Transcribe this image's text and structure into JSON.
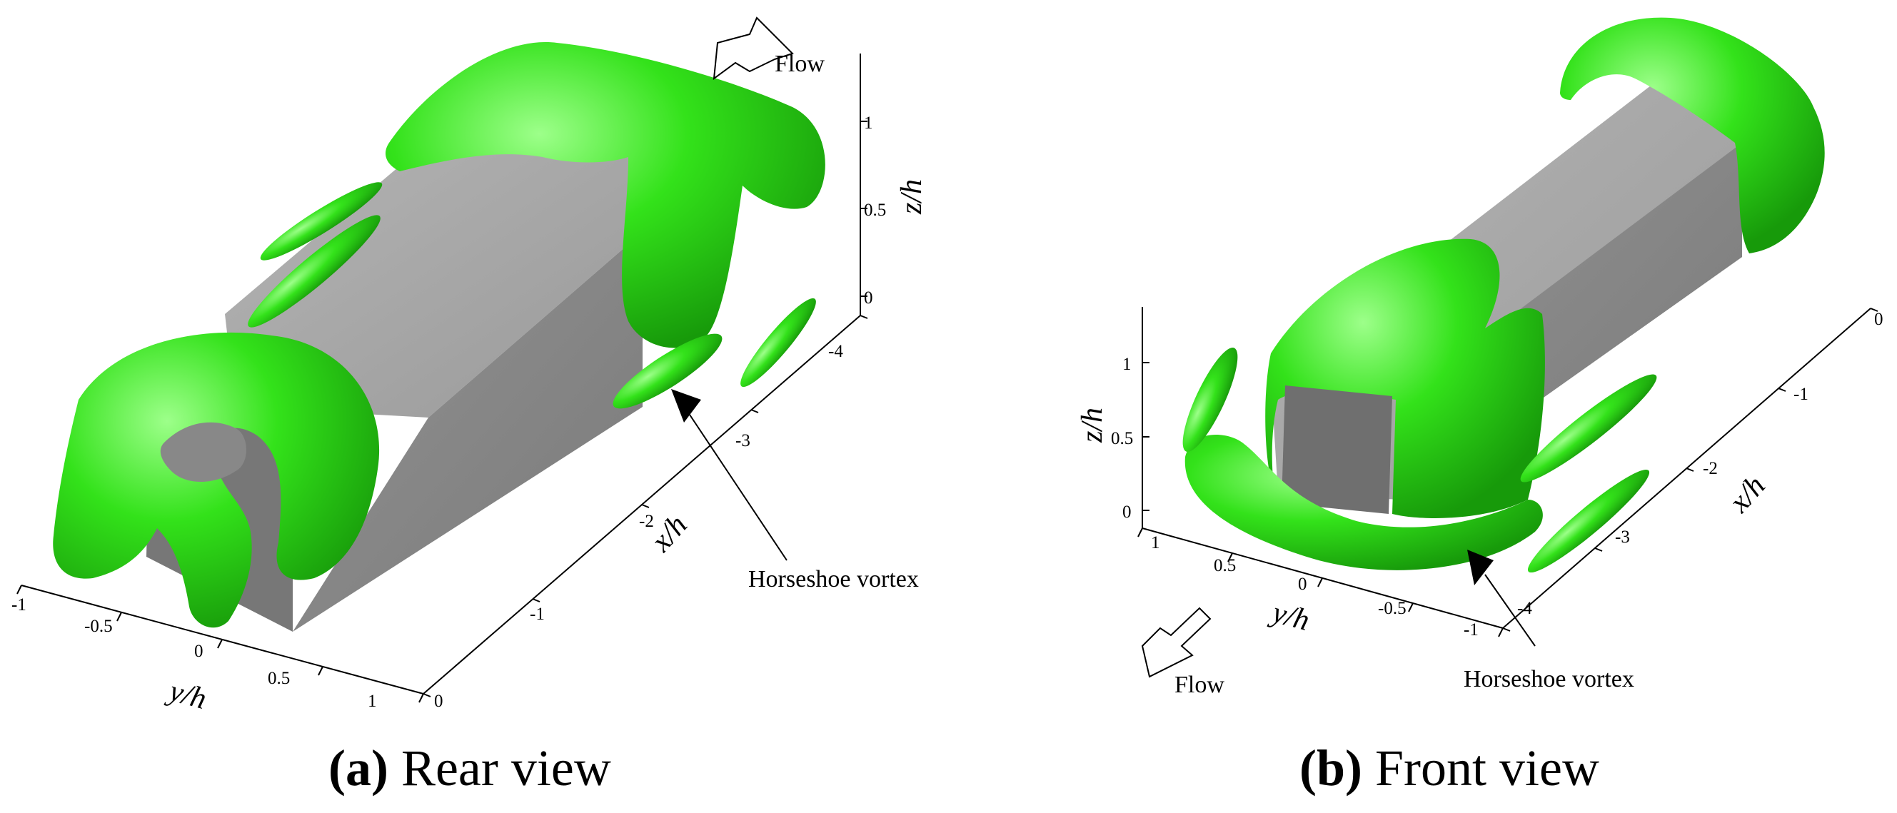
{
  "panels": [
    {
      "id": "a",
      "caption_letter": "(a)",
      "caption_text": " Rear view",
      "flow_label": "Flow",
      "annotation": "Horseshoe vortex",
      "axis_labels": {
        "x": "x/h",
        "y": "y/h",
        "z": "z/h"
      },
      "y_ticks": [
        "-1",
        "-0.5",
        "0",
        "0.5",
        "1"
      ],
      "x_ticks": [
        "0",
        "-1",
        "-2",
        "-3",
        "-4"
      ],
      "z_ticks": [
        "0",
        "0.5",
        "1"
      ]
    },
    {
      "id": "b",
      "caption_letter": "(b)",
      "caption_text": " Front view",
      "flow_label": "Flow",
      "annotation": "Horseshoe vortex",
      "axis_labels": {
        "x": "x/h",
        "y": "y/h",
        "z": "z/h"
      },
      "y_ticks": [
        "1",
        "0.5",
        "0",
        "-0.5",
        "-1"
      ],
      "x_ticks": [
        "0",
        "-1",
        "-2",
        "-3",
        "-4"
      ],
      "z_ticks": [
        "0",
        "0.5",
        "1"
      ]
    }
  ],
  "colors": {
    "vortex": "#33e21a",
    "obstacle_top": "#a7a7a7",
    "obstacle_side": "#8e8e8e",
    "obstacle_end": "#6f6f6f"
  }
}
